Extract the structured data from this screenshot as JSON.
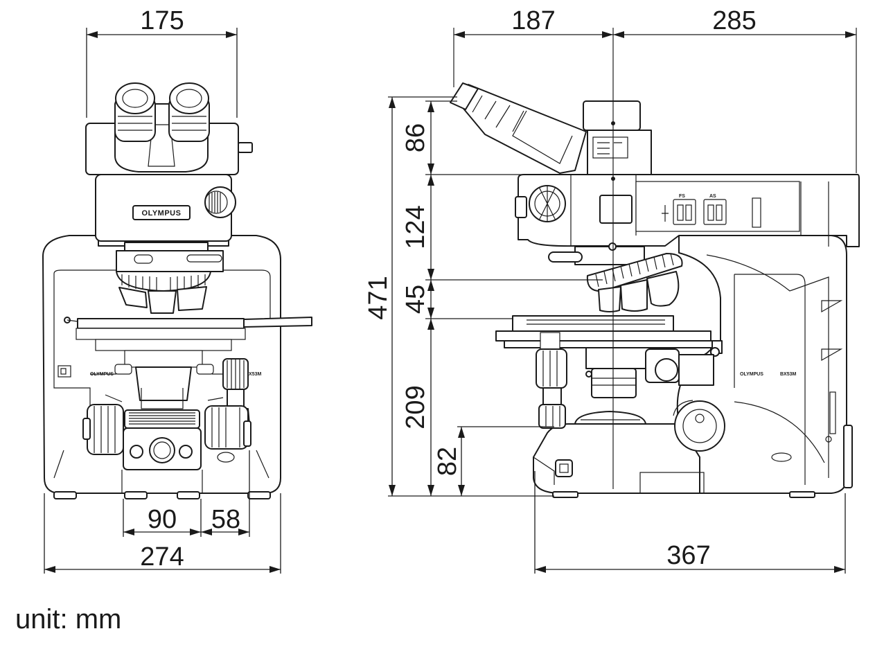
{
  "dimensions": {
    "front_view": {
      "top_width": "175",
      "base_width": "274",
      "foot_spacing": "90",
      "knob_offset": "58"
    },
    "side_view": {
      "rear_depth": "187",
      "front_depth": "285",
      "total_height": "471",
      "observation_tube_height": "86",
      "illuminator_height": "124",
      "revolver_height": "45",
      "stage_height": "209",
      "base_height": "82",
      "base_depth": "367"
    }
  },
  "device_labels": {
    "front_brand": "OLYMPUS",
    "side_brand": "OLYMPUS",
    "model": "BX53M",
    "control_fs": "FS",
    "control_as": "AS"
  },
  "unit_label": "unit: mm"
}
